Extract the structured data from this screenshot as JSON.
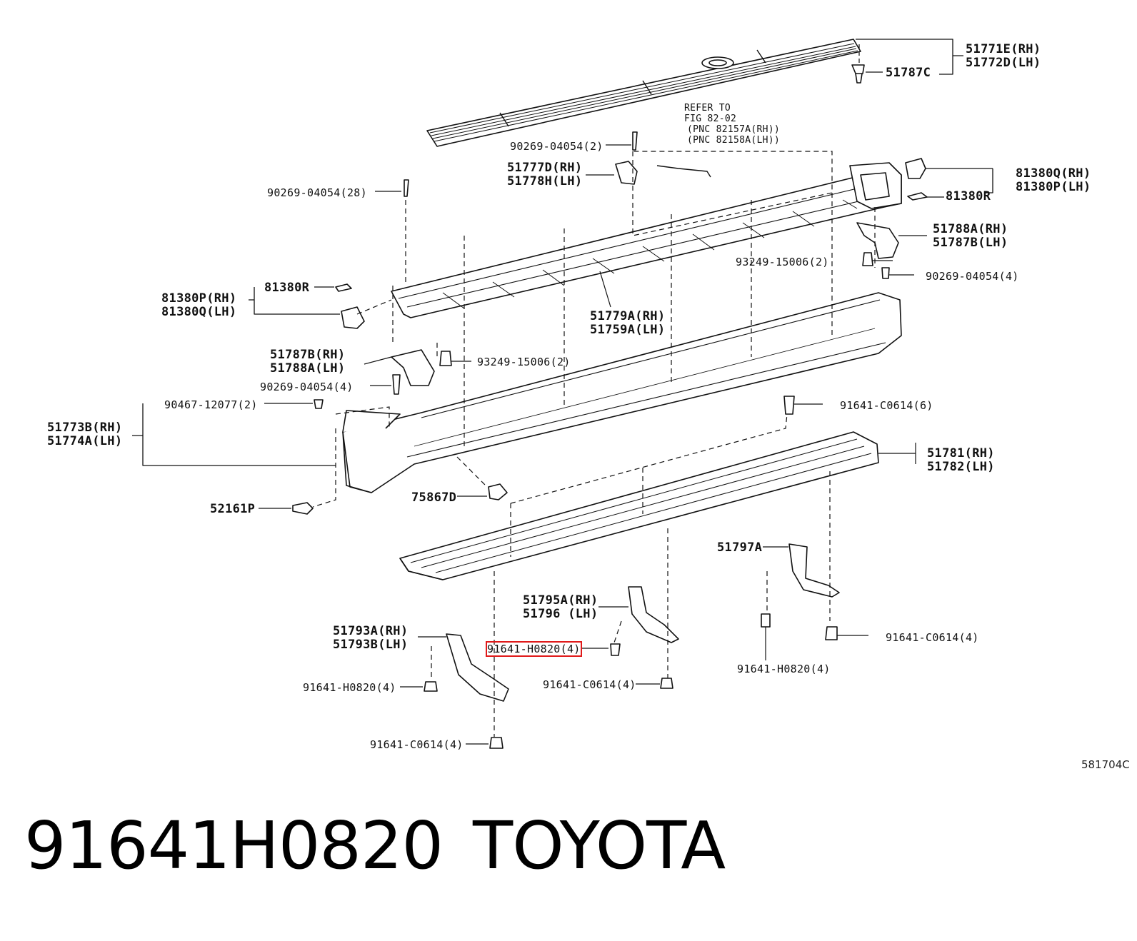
{
  "labels": {
    "l_51771E": "51771E(RH)",
    "l_51772D": "51772D(LH)",
    "l_51787C": "51787C",
    "l_refer1": "REFER TO",
    "l_refer2": "FIG 82-02",
    "l_refer3": "(PNC 82157A(RH))",
    "l_refer4": "(PNC 82158A(LH))",
    "l_90269_2": "90269-04054(2)",
    "l_51777D": "51777D(RH)",
    "l_51778H": "51778H(LH)",
    "l_90269_28": "90269-04054(28)",
    "l_81380Q_rh": "81380Q(RH)",
    "l_81380P_lh": "81380P(LH)",
    "l_81380R_r": "81380R",
    "l_51788A_rh": "51788A(RH)",
    "l_51787B_lh": "51787B(LH)",
    "l_93249_r": "93249-15006(2)",
    "l_90269_4r": "90269-04054(4)",
    "l_81380R_l": "81380R",
    "l_81380P_rh": "81380P(RH)",
    "l_81380Q_lh": "81380Q(LH)",
    "l_51779A": "51779A(RH)",
    "l_51759A": "51759A(LH)",
    "l_51787B_rh": "51787B(RH)",
    "l_51788A_lh": "51788A(LH)",
    "l_93249_l": "93249-15006(2)",
    "l_90269_4l": "90269-04054(4)",
    "l_90467": "90467-12077(2)",
    "l_51773B": "51773B(RH)",
    "l_51774A": "51774A(LH)",
    "l_91641_c6": "91641-C0614(6)",
    "l_51781": "51781(RH)",
    "l_51782": "51782(LH)",
    "l_75867D": "75867D",
    "l_52161P": "52161P",
    "l_51797A": "51797A",
    "l_51795A": "51795A(RH)",
    "l_51796": "51796 (LH)",
    "l_51793A": "51793A(RH)",
    "l_51793B": "51793B(LH)",
    "l_91641_h_hl": "91641-H0820(4)",
    "l_91641_c_r": "91641-C0614(4)",
    "l_91641_h_r": "91641-H0820(4)",
    "l_91641_h_l": "91641-H0820(4)",
    "l_91641_c_m": "91641-C0614(4)",
    "l_91641_c_b": "91641-C0614(4)"
  },
  "figure_code": "581704C",
  "title": {
    "part_number": "91641H0820",
    "brand": "TOYOTA"
  },
  "highlight_color": "#e01a1a"
}
